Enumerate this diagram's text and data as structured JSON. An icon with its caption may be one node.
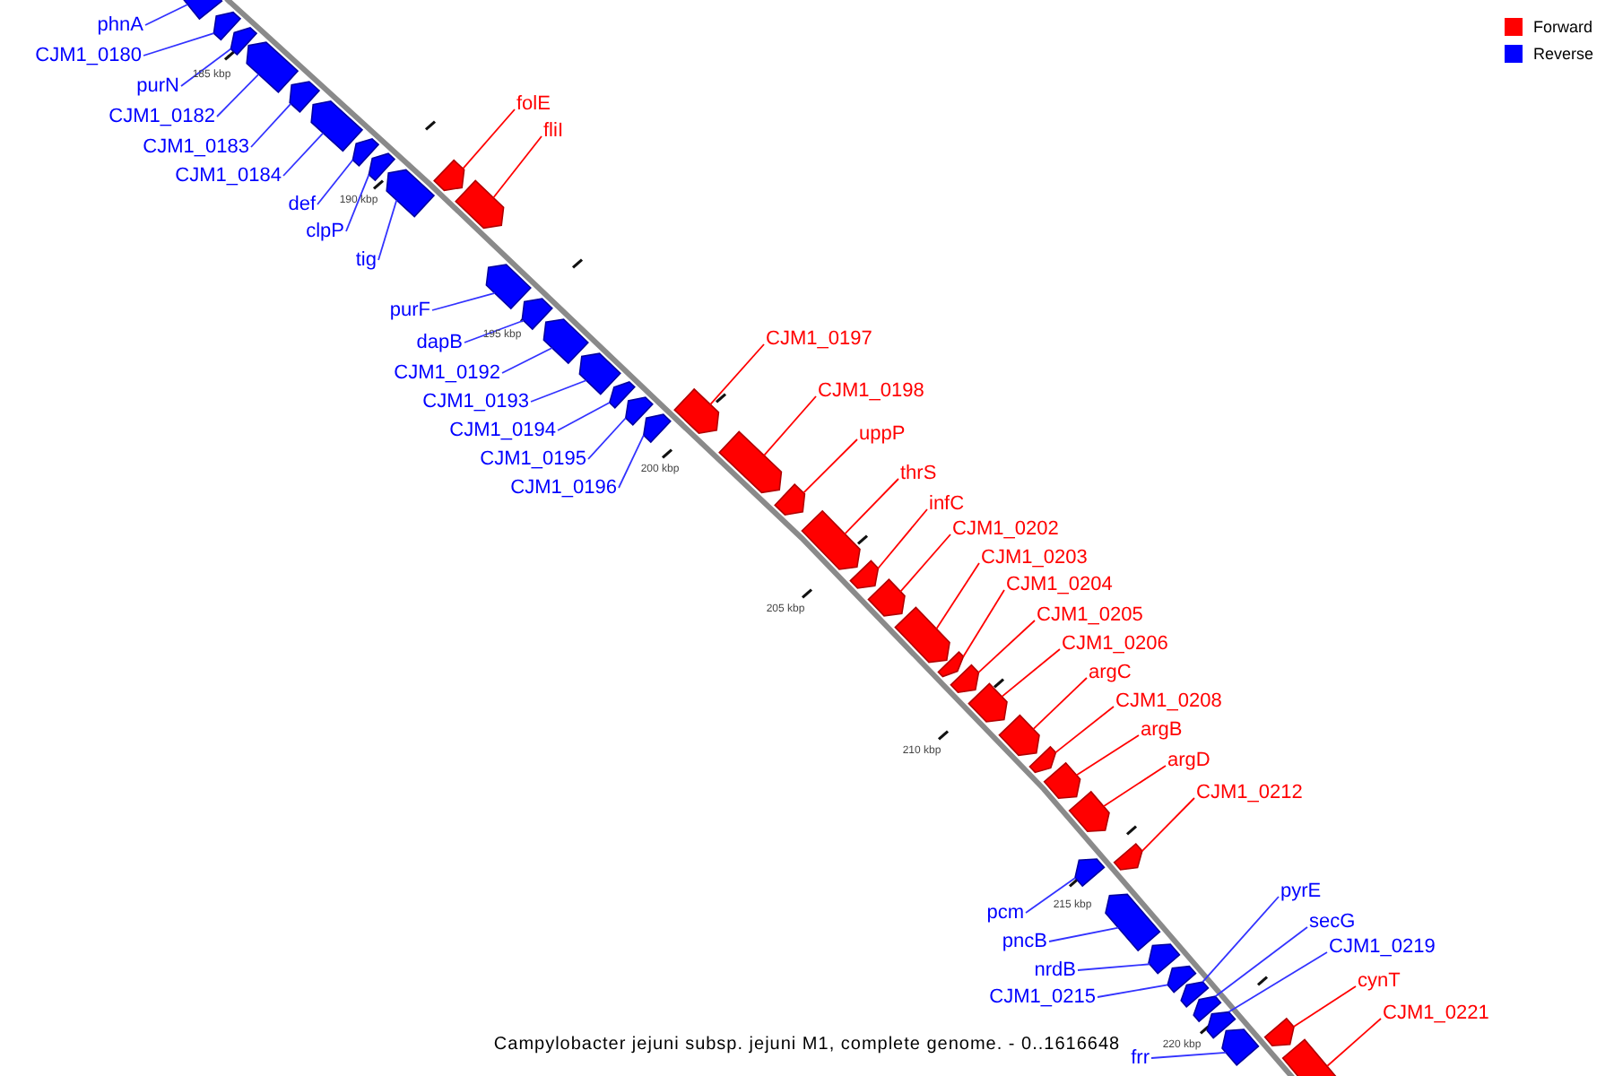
{
  "diagram": {
    "caption": "Campylobacter jejuni subsp. jejuni M1, complete genome. - 0..1616648",
    "nodes": [
      {
        "text": [
          "phnA"
        ]
      },
      {
        "text": [],
        "shape": "arrow"
      },
      {
        "text": [
          "CJM1_0180"
        ]
      },
      {
        "text": [],
        "shape": "arrow"
      },
      {
        "text": [
          "purN"
        ]
      },
      {
        "text": [],
        "shape": "arrow"
      },
      {
        "text": [
          "CJM1_0182"
        ]
      },
      {
        "text": [],
        "shape": "arrow"
      },
      {
        "text": [
          "CJM1_0183"
        ]
      },
      {
        "text": [],
        "shape": "arrow"
      },
      {
        "text": [
          "CJM1_0184"
        ]
      },
      {
        "text": [],
        "shape": "arrow"
      },
      {
        "text": [
          "def"
        ]
      },
      {
        "text": [],
        "shape": "arrow"
      },
      {
        "text": [
          "clpP"
        ]
      },
      {
        "text": [],
        "shape": "arrow"
      },
      {
        "text": [
          "tig"
        ]
      },
      {
        "text": [],
        "shape": "arrow"
      },
      {
        "text": [
          "folE"
        ]
      },
      {
        "text": [],
        "shape": "arrow"
      },
      {
        "text": [
          "fliI"
        ]
      },
      {
        "text": [],
        "shape": "arrow"
      },
      {
        "text": [
          "purF"
        ]
      },
      {
        "text": [],
        "shape": "arrow"
      },
      {
        "text": [
          "dapB"
        ]
      },
      {
        "text": [],
        "shape": "arrow"
      },
      {
        "text": [
          "CJM1_0192"
        ]
      },
      {
        "text": [],
        "shape": "arrow"
      },
      {
        "text": [
          "CJM1_0193"
        ]
      },
      {
        "text": [],
        "shape": "arrow"
      },
      {
        "text": [
          "CJM1_0194"
        ]
      },
      {
        "text": [],
        "shape": "arrow"
      },
      {
        "text": [
          "CJM1_0195"
        ]
      },
      {
        "text": [],
        "shape": "arrow"
      },
      {
        "text": [
          "CJM1_0196"
        ]
      },
      {
        "text": [],
        "shape": "arrow"
      },
      {
        "text": [
          "CJM1_0197"
        ]
      },
      {
        "text": [],
        "shape": "arrow"
      },
      {
        "text": [
          "CJM1_0198"
        ]
      },
      {
        "text": [],
        "shape": "arrow"
      },
      {
        "text": [
          "uppP"
        ]
      },
      {
        "text": [],
        "shape": "arrow"
      },
      {
        "text": [
          "thrS"
        ]
      },
      {
        "text": [],
        "shape": "arrow"
      },
      {
        "text": [
          "infC"
        ]
      },
      {
        "text": [],
        "shape": "arrow"
      },
      {
        "text": [
          "CJM1_0202"
        ]
      },
      {
        "text": [],
        "shape": "arrow"
      },
      {
        "text": [
          "CJM1_0203"
        ]
      },
      {
        "text": [],
        "shape": "arrow"
      },
      {
        "text": [
          "CJM1_0204"
        ]
      },
      {
        "text": [],
        "shape": "arrow"
      },
      {
        "text": [
          "CJM1_0205"
        ]
      },
      {
        "text": [],
        "shape": "arrow"
      },
      {
        "text": [
          "CJM1_0206"
        ]
      },
      {
        "text": [],
        "shape": "arrow"
      },
      {
        "text": [
          "argC"
        ]
      },
      {
        "text": [],
        "shape": "arrow"
      },
      {
        "text": [
          "CJM1_0208"
        ]
      },
      {
        "text": [],
        "shape": "arrow"
      },
      {
        "text": [
          "argB"
        ]
      },
      {
        "text": [],
        "shape": "arrow"
      },
      {
        "text": [
          "argD"
        ]
      },
      {
        "text": [],
        "shape": "arrow"
      },
      {
        "text": [
          "CJM1_0212"
        ]
      },
      {
        "text": [],
        "shape": "arrow"
      },
      {
        "text": [
          "pcm"
        ]
      },
      {
        "text": [],
        "shape": "arrow"
      },
      {
        "text": [
          "pncB"
        ]
      },
      {
        "text": [],
        "shape": "arrow"
      },
      {
        "text": [
          "nrdB"
        ]
      },
      {
        "text": [],
        "shape": "arrow"
      },
      {
        "text": [
          "CJM1_0215"
        ]
      },
      {
        "text": [],
        "shape": "arrow"
      },
      {
        "text": [
          "pyrE"
        ]
      },
      {
        "text": [],
        "shape": "arrow"
      },
      {
        "text": [
          "secG"
        ]
      },
      {
        "text": [],
        "shape": "arrow"
      },
      {
        "text": [
          "CJM1_0219"
        ]
      },
      {
        "text": [],
        "shape": "arrow"
      },
      {
        "text": [
          "frr"
        ]
      },
      {
        "text": [],
        "shape": "arrow"
      },
      {
        "text": [
          "cynT"
        ]
      },
      {
        "text": [],
        "shape": "arrow"
      },
      {
        "text": [
          "CJM1_0221"
        ]
      },
      {
        "text": [],
        "shape": "arrow"
      }
    ],
    "edges": [
      {
        "from": 0,
        "to": 1,
        "arrow": "none"
      },
      {
        "from": 2,
        "to": 3,
        "arrow": "none"
      },
      {
        "from": 4,
        "to": 5,
        "arrow": "none"
      },
      {
        "from": 6,
        "to": 7,
        "arrow": "none"
      },
      {
        "from": 8,
        "to": 9,
        "arrow": "none"
      },
      {
        "from": 10,
        "to": 11,
        "arrow": "none"
      },
      {
        "from": 12,
        "to": 13,
        "arrow": "none"
      },
      {
        "from": 14,
        "to": 15,
        "arrow": "none"
      },
      {
        "from": 16,
        "to": 17,
        "arrow": "none"
      },
      {
        "from": 18,
        "to": 19,
        "arrow": "none",
        "color": "#ff0000"
      },
      {
        "from": 20,
        "to": 21,
        "arrow": "none",
        "color": "#ff0000"
      },
      {
        "from": 22,
        "to": 23,
        "arrow": "none"
      },
      {
        "from": 24,
        "to": 25,
        "arrow": "none"
      },
      {
        "from": 26,
        "to": 27,
        "arrow": "none"
      },
      {
        "from": 28,
        "to": 29,
        "arrow": "none"
      },
      {
        "from": 30,
        "to": 31,
        "arrow": "none"
      },
      {
        "from": 32,
        "to": 33,
        "arrow": "none"
      },
      {
        "from": 34,
        "to": 35,
        "arrow": "none"
      },
      {
        "from": 36,
        "to": 37,
        "arrow": "none",
        "color": "#ff0000"
      },
      {
        "from": 38,
        "to": 39,
        "arrow": "none",
        "color": "#ff0000"
      },
      {
        "from": 40,
        "to": 41,
        "arrow": "none",
        "color": "#ff0000"
      },
      {
        "from": 42,
        "to": 43,
        "arrow": "none",
        "color": "#ff0000"
      },
      {
        "from": 44,
        "to": 45,
        "arrow": "none",
        "color": "#ff0000"
      },
      {
        "from": 46,
        "to": 47,
        "arrow": "none",
        "color": "#ff0000"
      },
      {
        "from": 48,
        "to": 49,
        "arrow": "none",
        "color": "#ff0000"
      },
      {
        "from": 50,
        "to": 51,
        "arrow": "none",
        "color": "#ff0000"
      },
      {
        "from": 52,
        "to": 53,
        "arrow": "none",
        "color": "#ff0000"
      },
      {
        "from": 54,
        "to": 55,
        "arrow": "none",
        "color": "#ff0000"
      },
      {
        "from": 56,
        "to": 57,
        "arrow": "none",
        "color": "#ff0000"
      },
      {
        "from": 58,
        "to": 59,
        "arrow": "none",
        "color": "#ff0000"
      },
      {
        "from": 60,
        "to": 61,
        "arrow": "none",
        "color": "#ff0000"
      },
      {
        "from": 62,
        "to": 63,
        "arrow": "none",
        "color": "#ff0000"
      },
      {
        "from": 64,
        "to": 65,
        "arrow": "none",
        "color": "#ff0000"
      },
      {
        "from": 66,
        "to": 67,
        "arrow": "none"
      },
      {
        "from": 68,
        "to": 69,
        "arrow": "none"
      },
      {
        "from": 70,
        "to": 71,
        "arrow": "none"
      },
      {
        "from": 72,
        "to": 73,
        "arrow": "none"
      },
      {
        "from": 74,
        "to": 75,
        "arrow": "none"
      },
      {
        "from": 76,
        "to": 77,
        "arrow": "none"
      },
      {
        "from": 78,
        "to": 79,
        "arrow": "none"
      },
      {
        "from": 80,
        "to": 81,
        "arrow": "none"
      },
      {
        "from": 82,
        "to": 83,
        "arrow": "none",
        "color": "#ff0000"
      },
      {
        "from": 84,
        "to": 85,
        "arrow": "none",
        "color": "#ff0000"
      }
    ],
    "labels": [
      "185 kbp",
      "190 kbp",
      "195 kbp",
      "200 kbp",
      "205 kbp",
      "210 kbp",
      "215 kbp",
      "220 kbp"
    ],
    "legend": [
      {
        "text": "Forward",
        "color": "#ff0000"
      },
      {
        "text": "Reverse",
        "color": "#0000ff"
      }
    ]
  }
}
